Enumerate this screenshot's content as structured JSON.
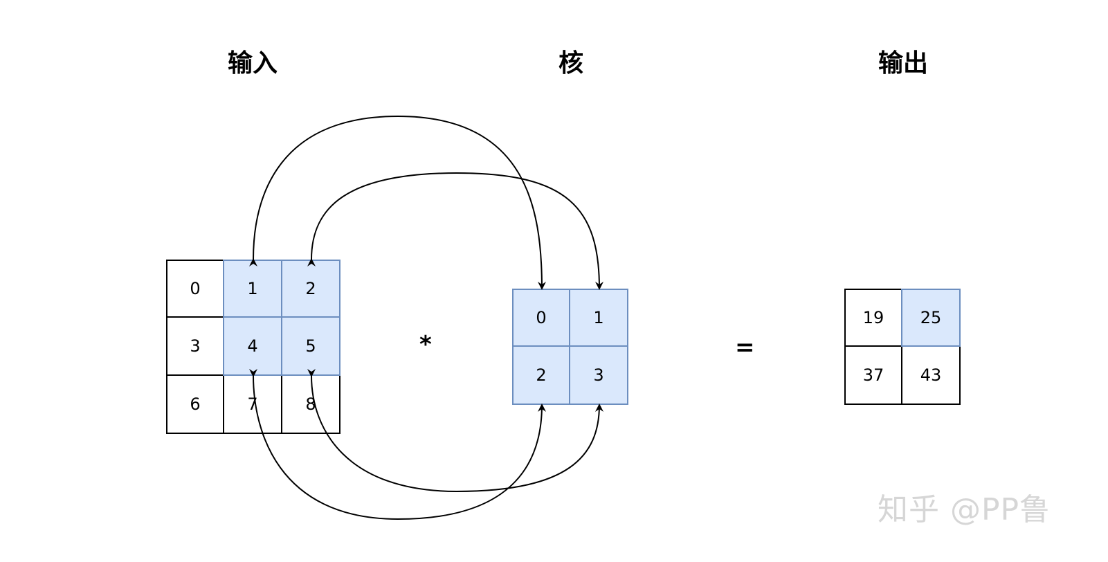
{
  "titles": {
    "input": "输入",
    "kernel": "核",
    "output": "输出"
  },
  "input": {
    "cells": [
      "0",
      "1",
      "2",
      "3",
      "4",
      "5",
      "6",
      "7",
      "8"
    ],
    "highlight": [
      1,
      2,
      4,
      5
    ]
  },
  "kernel": {
    "cells": [
      "0",
      "1",
      "2",
      "3"
    ],
    "highlight": [
      0,
      1,
      2,
      3
    ]
  },
  "output": {
    "cells": [
      "19",
      "25",
      "37",
      "43"
    ],
    "highlight": [
      1
    ]
  },
  "operators": {
    "conv": "*",
    "equals": "="
  },
  "watermark": "知乎 @PP鲁",
  "colors": {
    "highlight_fill": "#dae8fc",
    "highlight_border": "#6c8ebf",
    "line": "#000000"
  }
}
